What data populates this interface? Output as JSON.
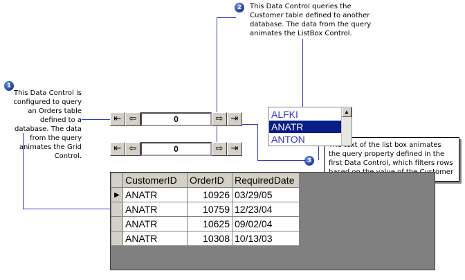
{
  "callouts": {
    "c1": {
      "number": "1",
      "text": "This Data Control is configured to query an Orders table defined to a database. The data from the query animates the Grid Control."
    },
    "c2": {
      "number": "2",
      "text": "This Data Control queries the Customer table defined to another database.  The data from the query animates the ListBox Control."
    },
    "c3": {
      "number": "3",
      "text": "The text of the list box animates the query property defined in the first Data Control, which filters rows based on the value of the Customer ID."
    }
  },
  "data_control_1": {
    "value": "0",
    "first": "⇤",
    "prev": "⇦",
    "next": "⇨",
    "last": "⇥"
  },
  "data_control_2": {
    "value": "0",
    "first": "⇤",
    "prev": "⇦",
    "next": "⇨",
    "last": "⇥"
  },
  "listbox": {
    "items": [
      "ALFKI",
      "ANATR",
      "ANTON"
    ],
    "selected_index": 1
  },
  "grid": {
    "columns": [
      "CustomerID",
      "OrderID",
      "RequiredDate"
    ],
    "rows": [
      [
        "ANATR",
        "10926",
        "03/29/05"
      ],
      [
        "ANATR",
        "10759",
        "12/23/04"
      ],
      [
        "ANATR",
        "10625",
        "09/02/04"
      ],
      [
        "ANATR",
        "10308",
        "10/13/03"
      ]
    ],
    "current_row_marker": "▶"
  },
  "colors": {
    "accent": "#2d3bc4",
    "selection": "#0a1e88",
    "grid_bg": "#808080"
  }
}
